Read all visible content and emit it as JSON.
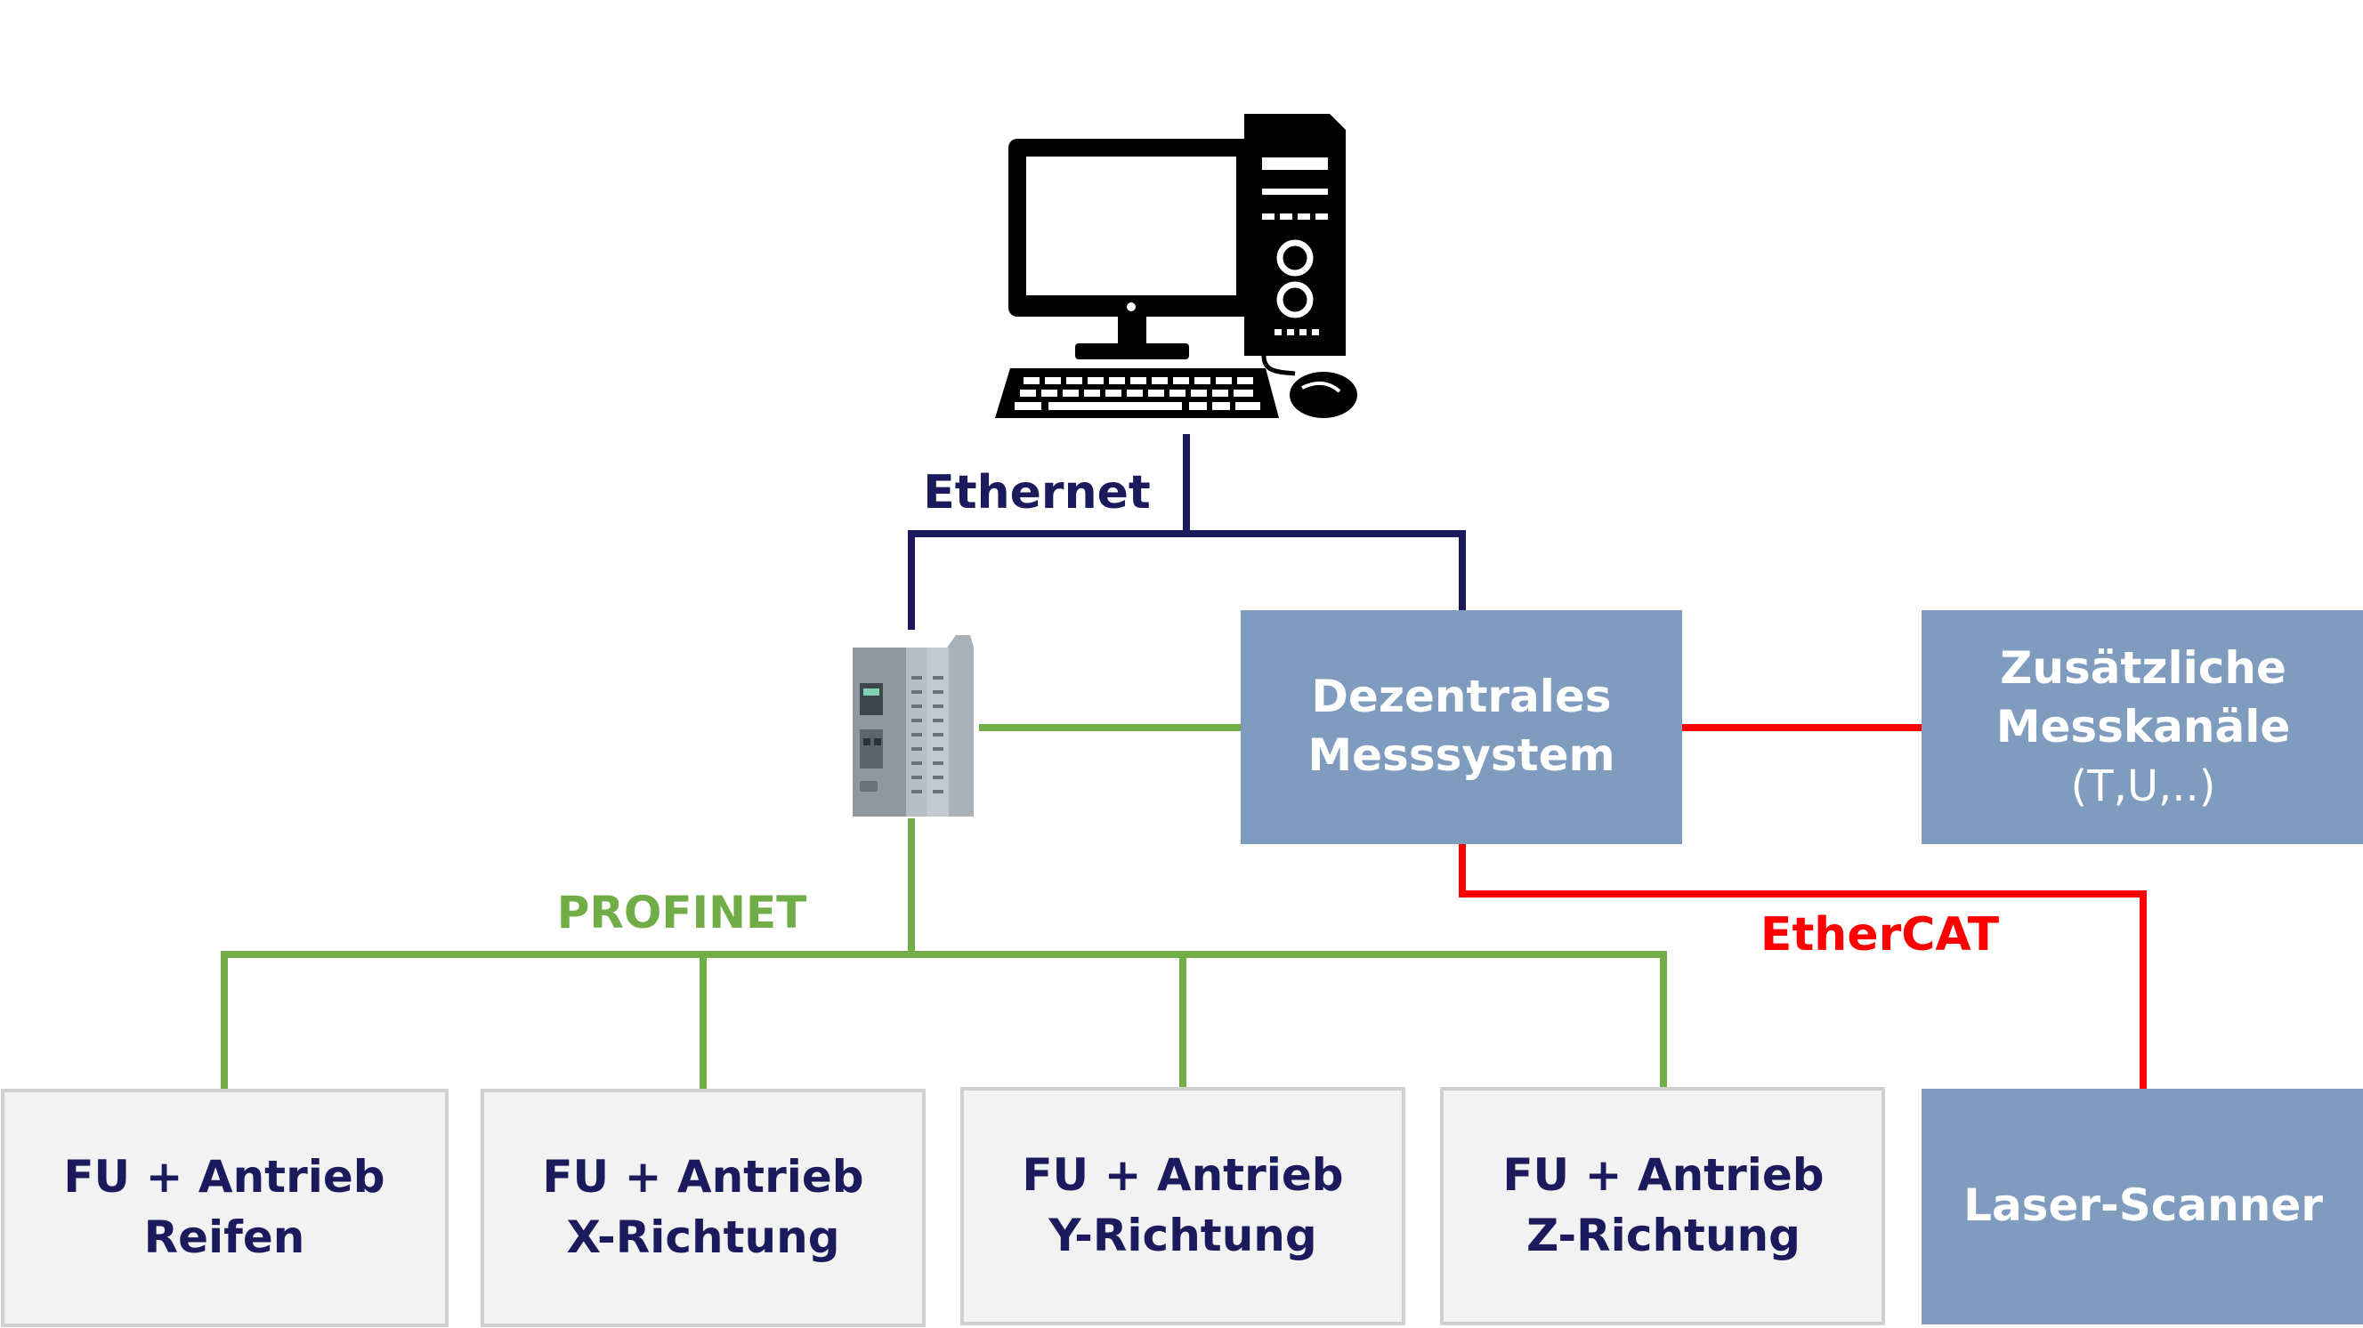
{
  "colors": {
    "ethernet": "#1b1a5c",
    "profinet": "#70ad47",
    "ethercat": "#ff0000",
    "blue_box": "#7f9bbd",
    "grey_box": "#f2f2f2",
    "grey_box_border": "#d0d0d0",
    "dark_text": "#1b1a5c",
    "white_text": "#ffffff"
  },
  "icons": {
    "computer": "desktop-computer-icon",
    "plc": "plc-controller-icon"
  },
  "labels": {
    "ethernet": "Ethernet",
    "profinet": "PROFINET",
    "ethercat": "EtherCAT"
  },
  "boxes": {
    "messsystem": {
      "line1": "Dezentrales",
      "line2": "Messsystem"
    },
    "messkanaele": {
      "line1": "Zusätzliche",
      "line2": "Messkanäle",
      "line3": "(T,U,..)"
    },
    "laser": {
      "line1": "Laser-Scanner"
    },
    "fu_reifen": {
      "line1": "FU + Antrieb",
      "line2": "Reifen"
    },
    "fu_x": {
      "line1": "FU + Antrieb",
      "line2": "X-Richtung"
    },
    "fu_y": {
      "line1": "FU + Antrieb",
      "line2": "Y-Richtung"
    },
    "fu_z": {
      "line1": "FU + Antrieb",
      "line2": "Z-Richtung"
    }
  }
}
